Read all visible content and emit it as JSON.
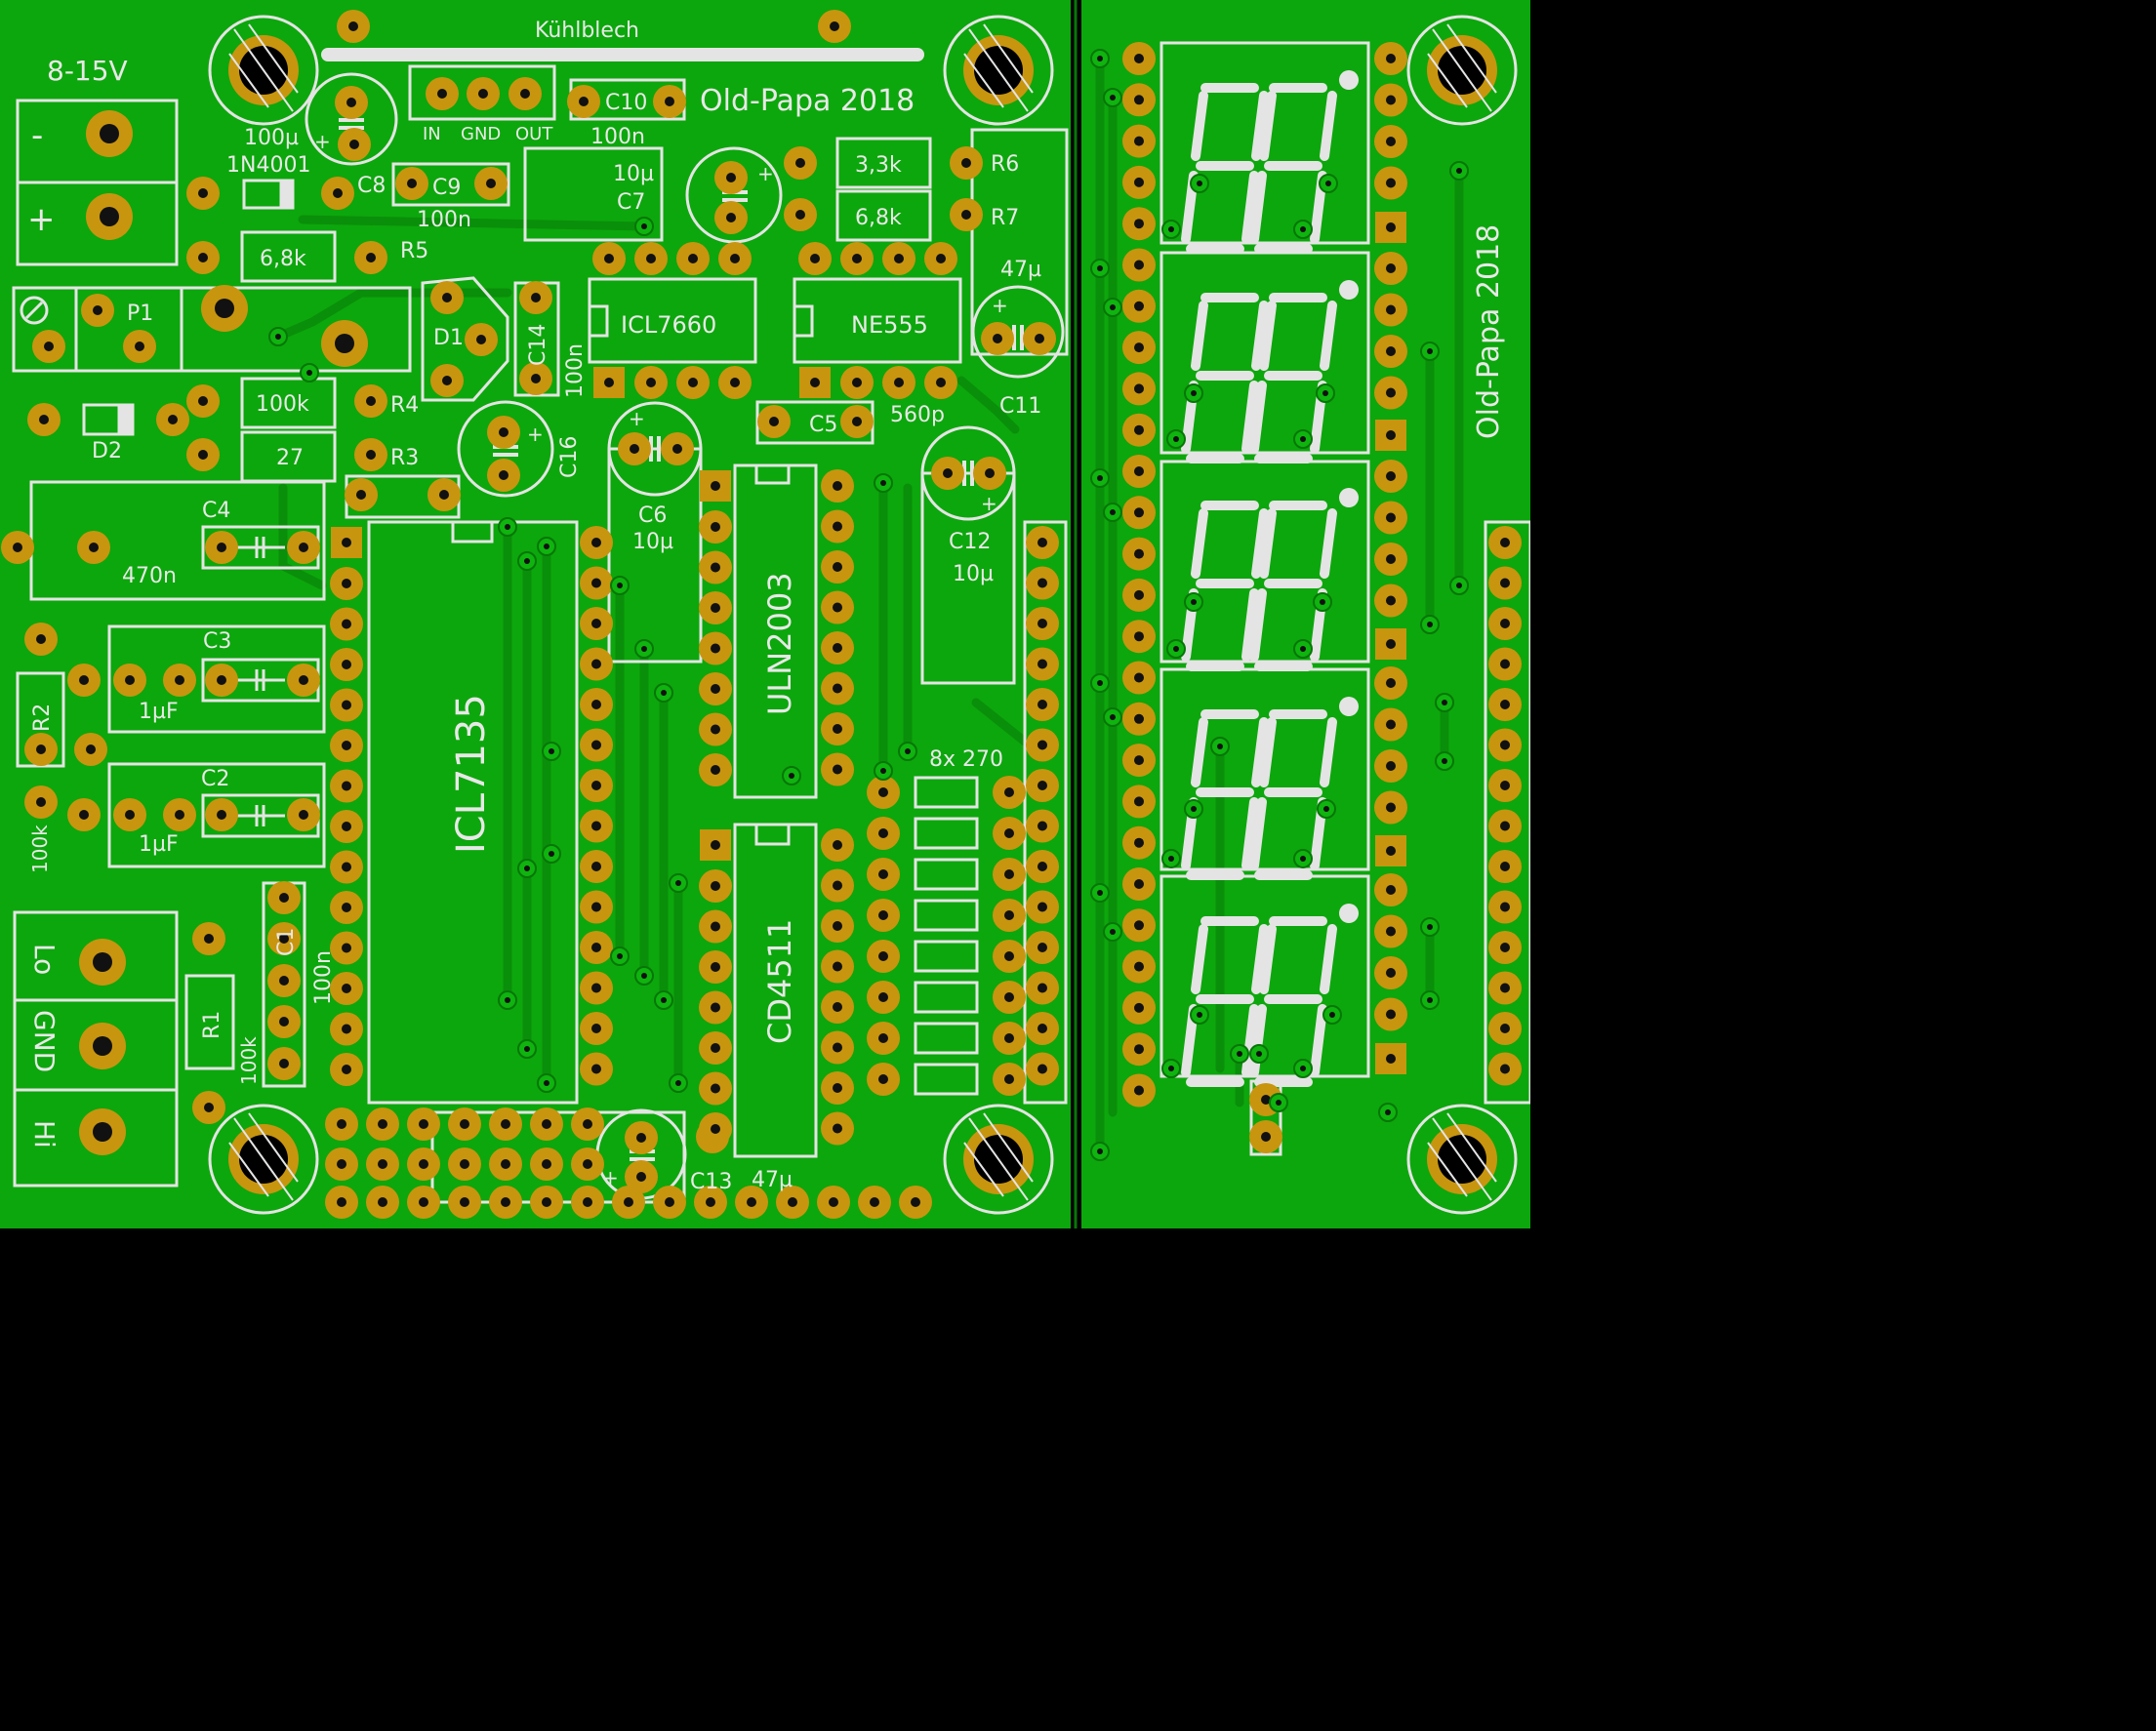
{
  "colors": {
    "background": "#000000",
    "copper_fill": "#0ca70c",
    "track": "#0a8f0a",
    "track_edge": "#087608",
    "silkscreen": "#e4e4e4",
    "pad_ring": "#c8950f",
    "via": "#0fb40f"
  },
  "labels": {
    "heatsink": "Kühlblech",
    "power_in": "8-15V",
    "minus": "-",
    "plus": "+",
    "brand_main": "Old-Papa 2018",
    "brand_side": "Old-Papa 2018",
    "reg_in": "IN",
    "reg_gnd": "GND",
    "reg_out": "OUT",
    "res_array": "8x 270"
  },
  "terminals": {
    "lo": "Lo",
    "gnd": "GND",
    "hi": "Hi"
  },
  "ics": {
    "icl7660": "ICL7660",
    "ne555": "NE555",
    "icl7135": "ICL7135",
    "uln2003": "ULN2003",
    "cd4511": "CD4511"
  },
  "parts": {
    "c8": "C8",
    "c8_val": "100µ",
    "d_1n4001": "1N4001",
    "c9": "C9",
    "c9_val": "100n",
    "c10": "C10",
    "c10_val": "100n",
    "c7": "C7",
    "c7_val": "10µ",
    "r6": "R6",
    "r6_val": "3,3k",
    "r7": "R7",
    "r7_val": "6,8k",
    "r5": "R5",
    "r5_val": "6,8k",
    "c11": "C11",
    "c11_val": "47µ",
    "p1": "P1",
    "d1": "D1",
    "c14": "C14",
    "c14_val": "100n",
    "r4": "R4",
    "r4_val": "100k",
    "r3": "R3",
    "r3_val": "27",
    "d2": "D2",
    "c5": "C5",
    "c5_val": "560p",
    "c16": "C16",
    "c6": "C6",
    "c6_val": "10µ",
    "c12": "C12",
    "c12_val": "10µ",
    "c4": "C4",
    "c4_val": "470n",
    "c3": "C3",
    "c3_val": "1µF",
    "c2": "C2",
    "c2_val": "1µF",
    "r2": "R2",
    "r2_val": "100k",
    "c1": "C1",
    "c1_val": "100n",
    "r1": "R1",
    "r1_val": "100k",
    "c13": "C13",
    "c13_val": "47µ"
  }
}
